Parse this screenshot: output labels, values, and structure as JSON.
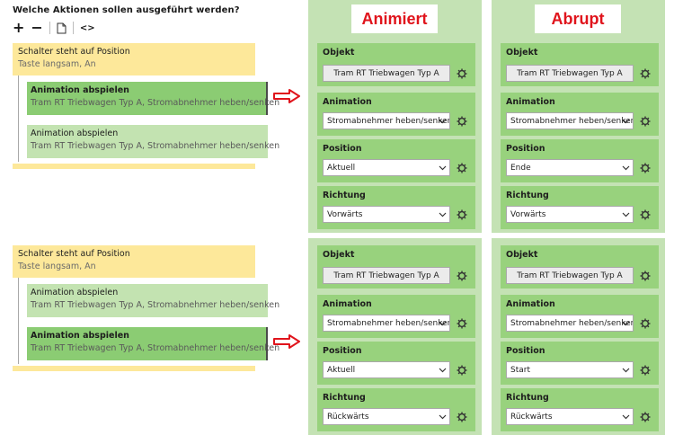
{
  "header": {
    "title": "Welche Aktionen sollen ausgeführt werden?"
  },
  "toolbar": {
    "add": "+",
    "remove": "−",
    "code": "<>"
  },
  "trees": [
    {
      "switch_title": "Schalter steht auf Position",
      "switch_sub": "Taste langsam, An",
      "children": [
        {
          "title": "Animation abspielen",
          "sub": "Tram RT Triebwagen Typ A, Stromabnehmer heben/senken",
          "selected": true
        },
        {
          "title": "Animation abspielen",
          "sub": "Tram RT Triebwagen Typ A, Stromabnehmer heben/senken",
          "selected": false
        }
      ]
    },
    {
      "switch_title": "Schalter steht auf Position",
      "switch_sub": "Taste langsam, An",
      "children": [
        {
          "title": "Animation abspielen",
          "sub": "Tram RT Triebwagen Typ A, Stromabnehmer heben/senken",
          "selected": false
        },
        {
          "title": "Animation abspielen",
          "sub": "Tram RT Triebwagen Typ A, Stromabnehmer heben/senken",
          "selected": true
        }
      ]
    }
  ],
  "panel_titles": {
    "animiert": "Animiert",
    "abrupt": "Abrupt"
  },
  "labels": {
    "objekt": "Objekt",
    "animation": "Animation",
    "position": "Position",
    "richtung": "Richtung"
  },
  "panels": {
    "top_left": {
      "objekt": "Tram RT Triebwagen Typ A",
      "animation": "Stromabnehmer heben/senken",
      "position": "Aktuell",
      "richtung": "Vorwärts"
    },
    "top_right": {
      "objekt": "Tram RT Triebwagen Typ A",
      "animation": "Stromabnehmer heben/senken",
      "position": "Ende",
      "richtung": "Vorwärts"
    },
    "bottom_left": {
      "objekt": "Tram RT Triebwagen Typ A",
      "animation": "Stromabnehmer heben/senken",
      "position": "Aktuell",
      "richtung": "Rückwärts"
    },
    "bottom_right": {
      "objekt": "Tram RT Triebwagen Typ A",
      "animation": "Stromabnehmer heben/senken",
      "position": "Start",
      "richtung": "Rückwärts"
    }
  },
  "colors": {
    "panel_bg": "#c4e2b4",
    "card_bg": "#98d27d",
    "title_red": "#e0141c",
    "arrow_red": "#e0141c",
    "switch_yellow": "#fde89a",
    "selected_green": "#8bcc73",
    "unselected_green": "#c3e3b1"
  }
}
